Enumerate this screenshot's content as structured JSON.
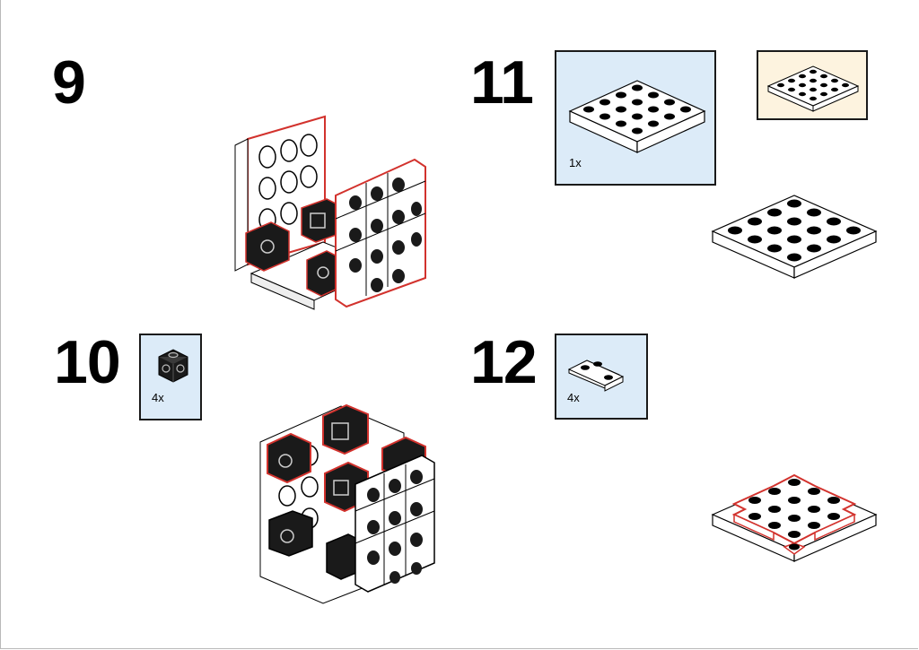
{
  "steps": [
    {
      "number": "9"
    },
    {
      "number": "10",
      "parts": [
        {
          "icon": "black-1x1-brick-with-studs-on-sides",
          "qty": "4x"
        }
      ]
    },
    {
      "number": "11",
      "parts": [
        {
          "icon": "white-4x4-plate",
          "qty": "1x"
        }
      ]
    },
    {
      "number": "12",
      "parts": [
        {
          "icon": "white-2x2-corner-plate",
          "qty": "4x"
        }
      ]
    }
  ],
  "colors": {
    "parts_box_bg": "#dcebf8",
    "preview_box_bg": "#fdf3df",
    "highlight_outline": "#d2322d",
    "brick_black": "#1a1a1a",
    "brick_white": "#ffffff"
  }
}
